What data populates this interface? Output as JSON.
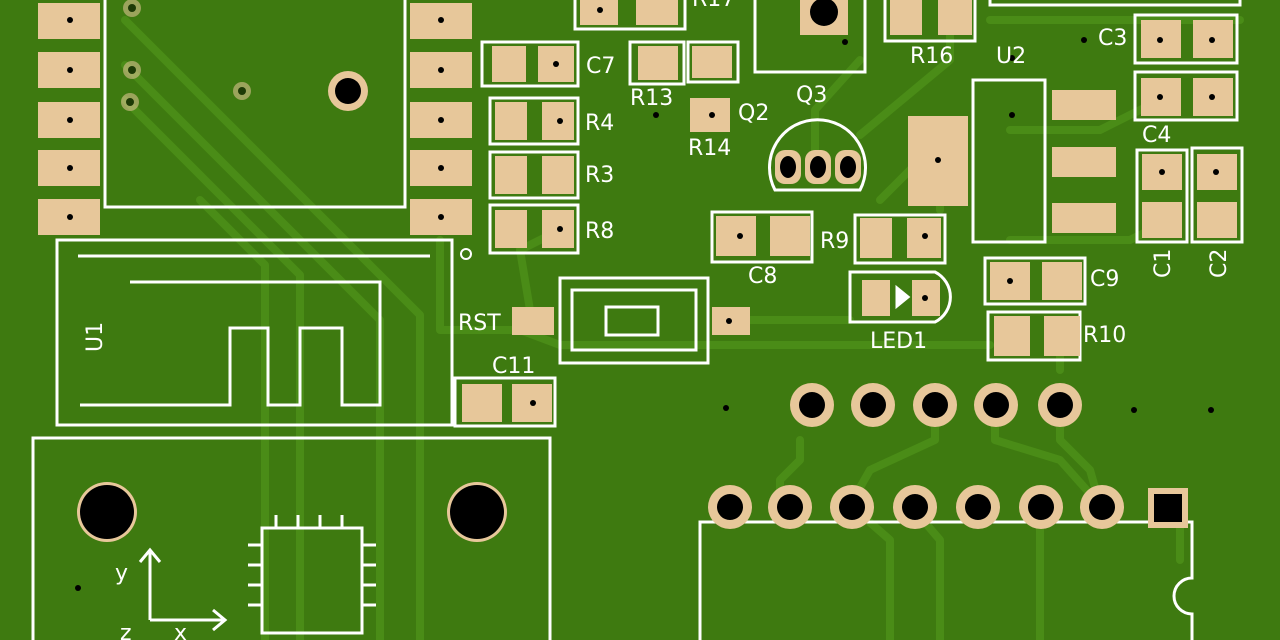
{
  "colors": {
    "board": "#3e7a10",
    "trace": "#4a8c17",
    "silk": "#ffffff",
    "pad": "#e7c79a",
    "drill": "#000000"
  },
  "labels": {
    "r17": "R17",
    "r16": "R16",
    "c7": "C7",
    "r13": "R13",
    "q2": "Q2",
    "r14": "R14",
    "q3": "Q3",
    "u2": "U2",
    "c3": "C3",
    "c4": "C4",
    "r4": "R4",
    "r3": "R3",
    "r8": "R8",
    "c8": "C8",
    "r9": "R9",
    "c1": "C1",
    "c2": "C2",
    "c9": "C9",
    "rst": "RST",
    "led1": "LED1",
    "r10": "R10",
    "c11": "C11",
    "u1": "U1",
    "axis_y": "y",
    "axis_z": "z",
    "axis_x": "x"
  }
}
